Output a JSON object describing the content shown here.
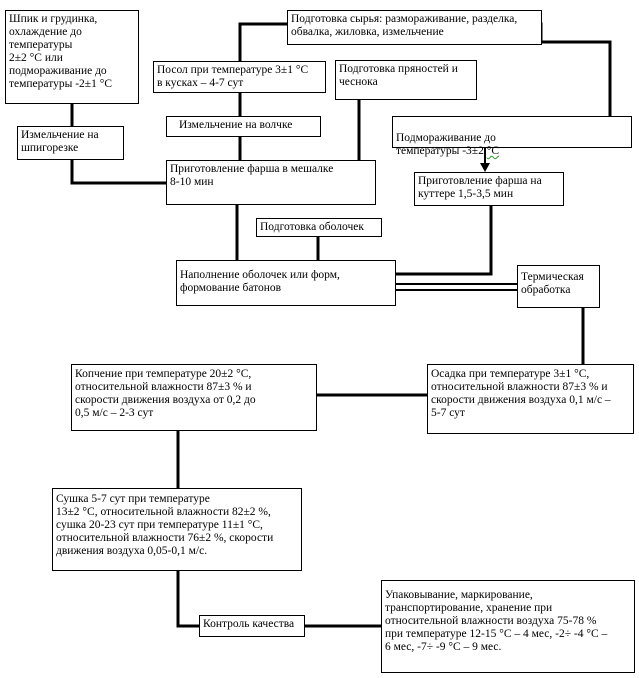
{
  "nodes": {
    "n1": "Шпик и грудинка,\nохлаждение до\nтемпературы\n2±2 °С или\nподмораживание до\nтемпературы -2±1 °С",
    "n2": "Подготовка сырья: размораживание, разделка,\nобвалка, жиловка, измельчение",
    "n3": "Посол при температуре 3±1 °С\nв кусках – 4-7 сут",
    "n4": "Подготовка пряностей и\nчеснока",
    "n5": "Измельчение на волчке",
    "n6": "Измельчение на\nшпигорезке",
    "n7a": "Подмораживание до\nтемпературы -3±2 ",
    "n7b": "°С",
    "n8": "Приготовление фарша в мешалке\n8-10 мин",
    "n9": "Приготовление фарша на\nкуттере 1,5-3,5 мин",
    "n10": "Подготовка оболочек",
    "n11": "Наполнение оболочек или форм,\nформование батонов",
    "n12": "Термическая\nобработка",
    "n13": "Копчение при температуре 20±2 °С,\nотносительной влажности 87±3 % и\nскорости движения воздуха от 0,2 до\n0,5 м/с – 2-3 сут",
    "n14": "Осадка при температуре 3±1 °С,\nотносительной влажности 87±3 % и\nскорости движения воздуха 0,1 м/с –\n5-7 сут",
    "n15": "Сушка 5-7 сут при температуре\n 13±2 °С, относительной влажности 82±2 %,\nсушка 20-23 сут при температуре 11±1 °С,\nотносительной влажности 76±2 %, скорости\nдвижения воздуха 0,05-0,1 м/с.",
    "n16": "Контроль качества",
    "n17": "Упаковывание, маркирование,\nтранспортирование, хранение при\nотносительной влажности воздуха 75-78 %\nпри температуре 12-15 °С – 4 мес, -2÷ -4 °С –\n6 мес, -7÷ -9 °С – 9 мес."
  }
}
